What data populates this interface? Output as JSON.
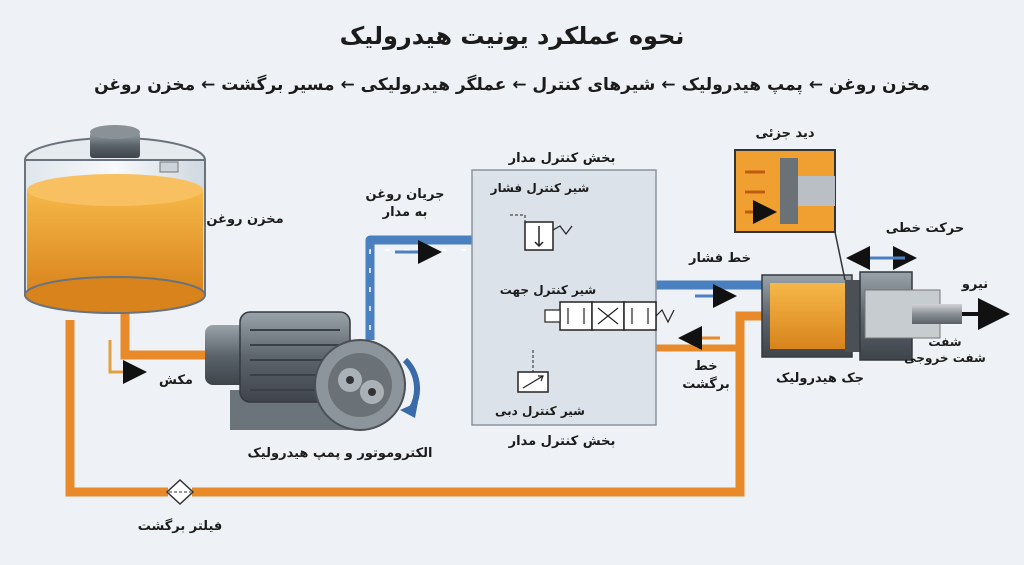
{
  "title": "نحوه عملکرد یونیت هیدرولیک",
  "flow_sequence": "مخزن روغن ← پمپ هیدرولیک ← شیرهای کنترل ← عملگر هیدرولیکی ← مسیر برگشت ← مخزن روغن",
  "labels": {
    "tank": "مخزن روغن",
    "suction": "مکش",
    "pump": "الکتروموتور و پمپ هیدرولیک",
    "flow_line1": "جریان روغن",
    "flow_line2": "به مدار",
    "control_top": "بخش کنترل مدار",
    "control_bottom": "بخش کنترل مدار",
    "pressure_valve": "شیر کنترل فشار",
    "direction_valve": "شیر کنترل جهت",
    "flow_valve": "شیر کنترل دبی",
    "pressure_line": "خط فشار",
    "return_line1": "خط",
    "return_line2": "برگشت",
    "detail": "دید جزئی",
    "linear_motion": "حرکت خطی",
    "force": "نیرو",
    "shaft1": "شفت",
    "shaft2": "شفت خروجی",
    "cylinder": "جک هیدرولیک",
    "filter": "فیلتر برگشت"
  },
  "colors": {
    "oil": "#f0a030",
    "pressure_line": "#4a7fc0",
    "return_line": "#e88a2a",
    "background": "#eef2f6"
  }
}
